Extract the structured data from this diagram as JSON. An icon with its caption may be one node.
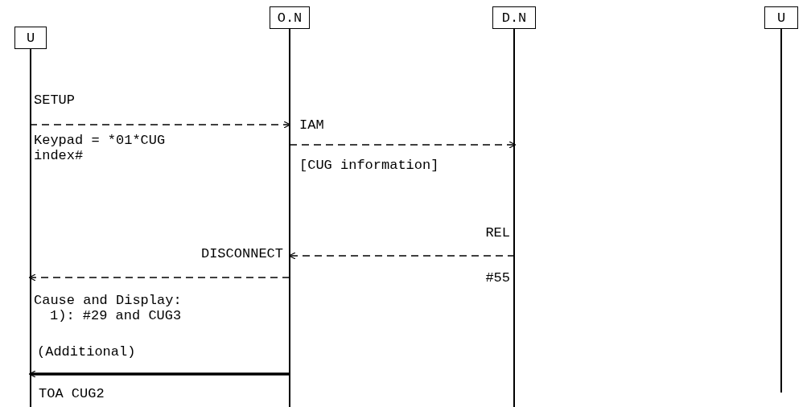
{
  "diagram": {
    "nodes": [
      {
        "text": [
          "U"
        ]
      },
      {
        "text": [
          "O.N"
        ]
      },
      {
        "text": [
          "D.N"
        ]
      },
      {
        "text": [
          "U"
        ]
      }
    ],
    "edges": [
      {
        "from": 0,
        "to": 1,
        "arrow": "to",
        "style": "dashed",
        "label": "SETUP"
      },
      {
        "from": 1,
        "to": 2,
        "arrow": "to",
        "style": "dashed",
        "label": "IAM"
      },
      {
        "from": 2,
        "to": 1,
        "arrow": "to",
        "style": "dashed",
        "label": "REL"
      },
      {
        "from": 1,
        "to": 0,
        "arrow": "to",
        "style": "dashed",
        "label": "DISCONNECT"
      },
      {
        "from": 1,
        "to": 0,
        "arrow": "to",
        "style": "thick",
        "label": "(Additional)"
      }
    ],
    "labels": [
      "Keypad = *01*CUG index#",
      "[CUG information]",
      "#55",
      "Cause and Display: 1): #29 and CUG3",
      "TOA CUG2"
    ]
  }
}
